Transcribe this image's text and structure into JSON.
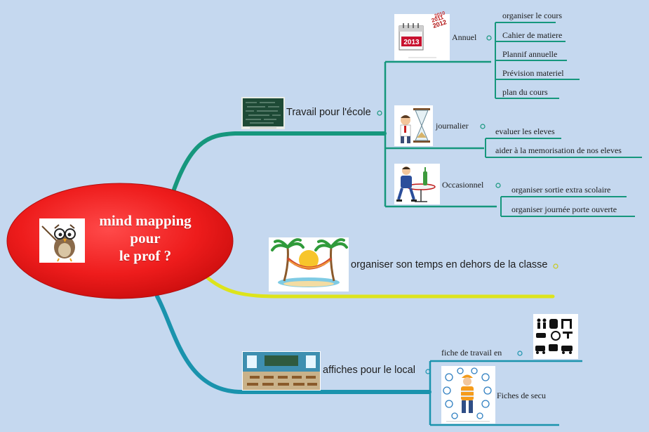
{
  "colors": {
    "background": "#c5d8ef",
    "center_fill": "#ee1c1c",
    "branch_school": "#16977d",
    "branch_outside": "#dde41b",
    "branch_local": "#1a93ad"
  },
  "center": {
    "title_line1": "mind mapping",
    "title_line2": "pour",
    "title_line3": "le prof ?",
    "icon": "owl-teacher-icon"
  },
  "branches": {
    "school": {
      "label": "Travail pour l'école",
      "icon": "chalkboard-image",
      "subs": {
        "annuel": {
          "label": "Annuel",
          "icon": "calendar-image",
          "calendar_years": [
            "2013",
            "2012",
            "2011",
            "2010"
          ],
          "leaves": [
            "organiser le cours",
            "Cahier de matiere",
            "Plannif annuelle",
            "Prévision materiel",
            "plan du cours"
          ]
        },
        "journalier": {
          "label": "journalier",
          "icon": "hourglass-man-image",
          "leaves": [
            "evaluer les eleves",
            "aider à la memorisation de nos eleves"
          ]
        },
        "occasionnel": {
          "label": "Occasionnel",
          "icon": "man-at-cafe-table-image",
          "leaves": [
            "organiser sortie extra scolaire",
            "organiser journée porte ouverte"
          ]
        }
      }
    },
    "outside": {
      "label": "organiser son temps en dehors de la classe",
      "icon": "hammock-palm-trees-image"
    },
    "local": {
      "label": "affiches pour le local",
      "icon": "classroom-image",
      "subs": {
        "fiche": {
          "label": "fiche de travail en",
          "icon": "workshop-pictograms-image"
        },
        "secu": {
          "label": "Fiches de secu",
          "icon": "safety-worker-image"
        }
      }
    }
  }
}
